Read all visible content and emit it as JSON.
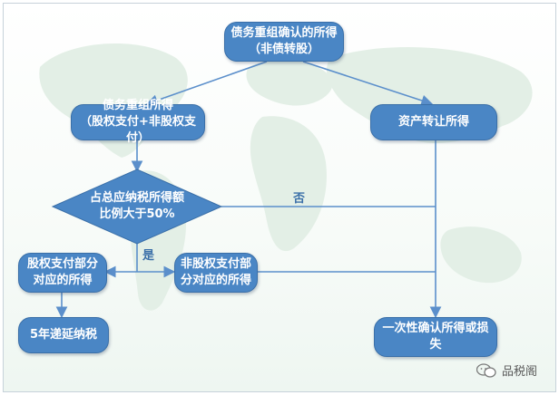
{
  "nodes": {
    "root": "债务重组确认的所得\n（非债转股）",
    "restructure": "债务重组所得\n（股权支付+非股权支付）",
    "asset_transfer": "资产转让所得",
    "decision": "占总应纳税所得额\n比例大于50%",
    "equity_part": "股权支付部分\n对应的所得",
    "non_equity_part": "非股权支付部\n分对应的所得",
    "deferred": "5年递延纳税",
    "one_time": "一次性确认所得或损\n失"
  },
  "edges": {
    "yes_label": "是",
    "no_label": "否"
  },
  "watermark": {
    "icon": "wechat-icon",
    "text": "品税阁"
  },
  "colors": {
    "node_fill": "#4a86c5",
    "connector": "#5b8fcb"
  }
}
